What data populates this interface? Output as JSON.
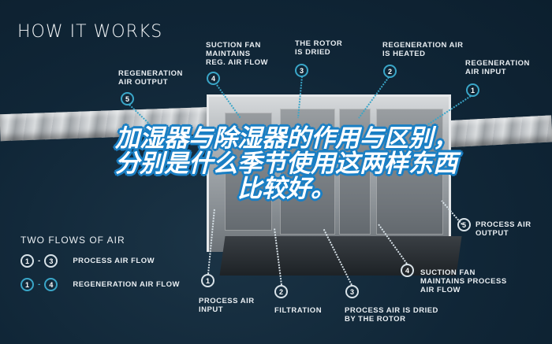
{
  "title": "HOW IT WORKS",
  "headline": "加湿器与除湿器的作用与区别，分别是什么季节使用这两样东西比较好。",
  "colors": {
    "background": "#102637",
    "regeneration_accent": "#3aa6c8",
    "process_accent": "#d8e2e8",
    "headline_stroke": "#1a7fc4"
  },
  "regeneration_callouts": [
    {
      "num": "1",
      "label": "REGENERATION\nAIR INPUT"
    },
    {
      "num": "2",
      "label": "REGENERATION AIR\nIS HEATED"
    },
    {
      "num": "3",
      "label": "THE ROTOR\nIS DRIED"
    },
    {
      "num": "4",
      "label": "SUCTION FAN\nMAINTAINS\nREG. AIR FLOW"
    },
    {
      "num": "5",
      "label": "REGENERATION\nAIR OUTPUT"
    }
  ],
  "process_callouts": [
    {
      "num": "1",
      "label": "PROCESS AIR\nINPUT"
    },
    {
      "num": "2",
      "label": "FILTRATION"
    },
    {
      "num": "3",
      "label": "PROCESS AIR IS DRIED\nBY THE ROTOR"
    },
    {
      "num": "4",
      "label": "SUCTION FAN\nMAINTAINS PROCESS\nAIR FLOW"
    },
    {
      "num": "5",
      "label": "PROCESS AIR\nOUTPUT"
    }
  ],
  "legend": {
    "title": "TWO FLOWS OF AIR",
    "items": [
      {
        "from": "1",
        "to": "3",
        "sep": "-",
        "label": "PROCESS AIR FLOW"
      },
      {
        "from": "1",
        "to": "4",
        "sep": "-",
        "label": "REGENERATION AIR FLOW"
      }
    ]
  }
}
